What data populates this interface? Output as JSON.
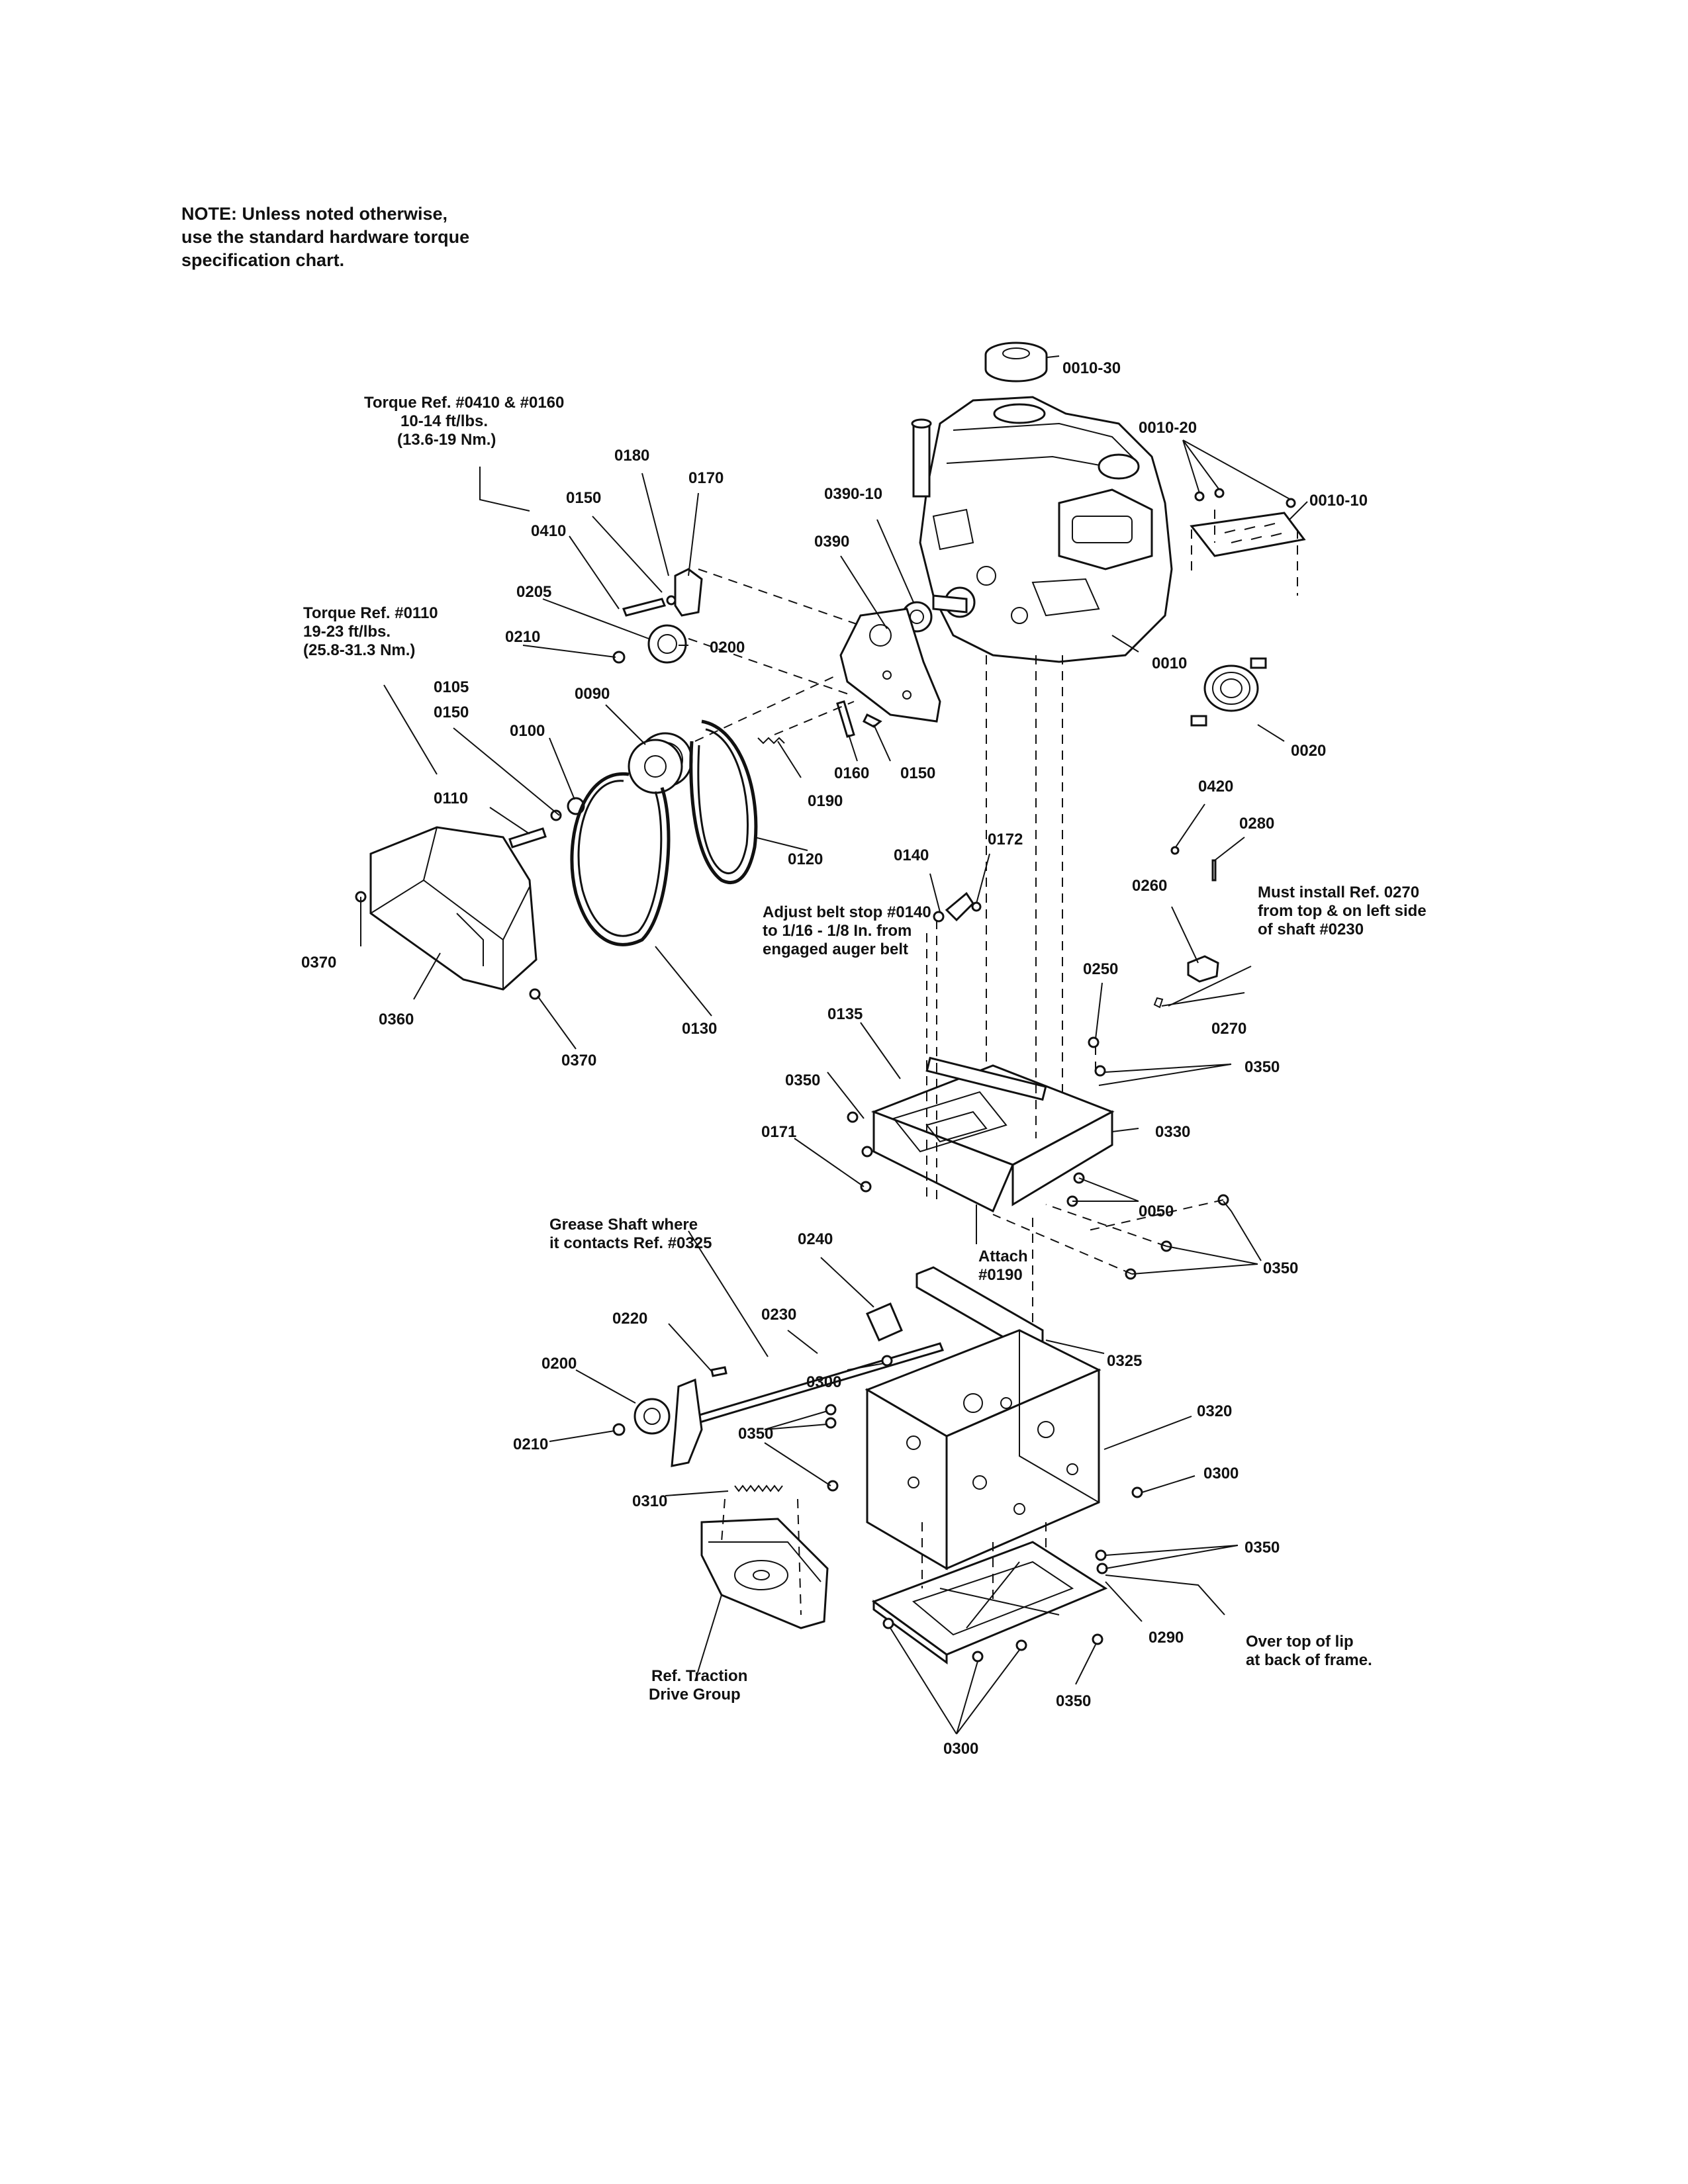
{
  "note": {
    "lines": [
      "NOTE: Unless noted otherwise,",
      "use the standard hardware torque",
      "specification chart."
    ]
  },
  "annotations": {
    "torque_0410": [
      "Torque Ref. #0410 & #0160",
      "10-14 ft/lbs.",
      "(13.6-19 Nm.)"
    ],
    "torque_0110": [
      "Torque Ref. #0110",
      "19-23 ft/lbs.",
      "(25.8-31.3 Nm.)"
    ],
    "belt_stop": [
      "Adjust belt stop #0140",
      "to 1/16 - 1/8 In. from",
      "engaged auger belt"
    ],
    "must_install": [
      "Must install Ref. 0270",
      "from top & on left side",
      "of shaft #0230"
    ],
    "grease": [
      "Grease Shaft where",
      "it contacts Ref. #0325"
    ],
    "attach": [
      "Attach",
      "#0190"
    ],
    "over_lip": [
      "Over top of lip",
      "at back of frame."
    ],
    "traction": [
      "Ref. Traction",
      "Drive Group"
    ]
  },
  "part_labels": {
    "p0010_30": "0010-30",
    "p0010_20": "0010-20",
    "p0010_10": "0010-10",
    "p0390_10": "0390-10",
    "p0390": "0390",
    "p0010": "0010",
    "p0020": "0020",
    "p0180": "0180",
    "p0170": "0170",
    "p0150a": "0150",
    "p0410": "0410",
    "p0205": "0205",
    "p0210a": "0210",
    "p0200a": "0200",
    "p0105": "0105",
    "p0150b": "0150",
    "p0090": "0090",
    "p0100": "0100",
    "p0110": "0110",
    "p0160": "0160",
    "p0150c": "0150",
    "p0190": "0190",
    "p0120": "0120",
    "p0370a": "0370",
    "p0360": "0360",
    "p0370b": "0370",
    "p0130": "0130",
    "p0140": "0140",
    "p0172": "0172",
    "p0420": "0420",
    "p0280": "0280",
    "p0260": "0260",
    "p0250": "0250",
    "p0270": "0270",
    "p0135": "0135",
    "p0350a": "0350",
    "p0350b": "0350",
    "p0171": "0171",
    "p0330": "0330",
    "p0050": "0050",
    "p0350c": "0350",
    "p0240": "0240",
    "p0220": "0220",
    "p0230": "0230",
    "p0200b": "0200",
    "p0300a": "0300",
    "p0325": "0325",
    "p0210b": "0210",
    "p0350d": "0350",
    "p0320": "0320",
    "p0300b": "0300",
    "p0310": "0310",
    "p0350e": "0350",
    "p0290": "0290",
    "p0350f": "0350",
    "p0300c": "0300"
  }
}
